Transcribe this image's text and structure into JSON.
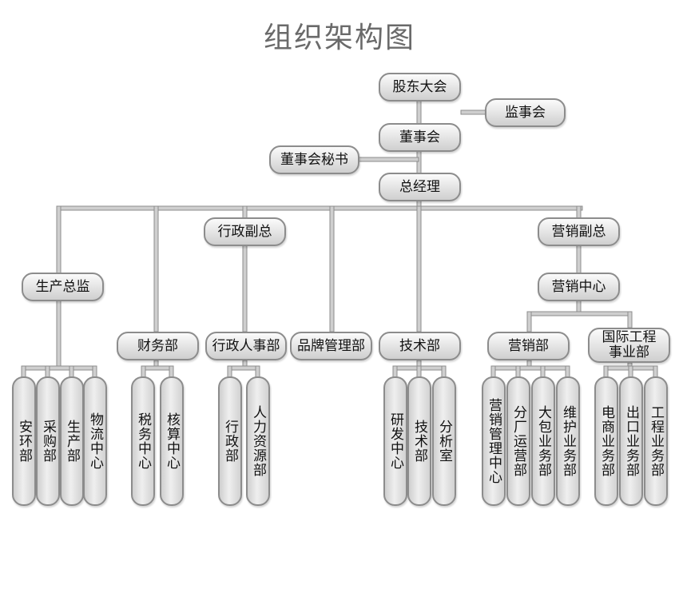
{
  "title": "组织架构图",
  "nodes": {
    "shareholders": "股东大会",
    "supervisory": "监事会",
    "board": "董事会",
    "board_secretary": "董事会秘书",
    "gm": "总经理",
    "admin_vp": "行政副总",
    "marketing_vp": "营销副总",
    "production_director": "生产总监",
    "marketing_center": "营销中心",
    "finance": "财务部",
    "admin_hr": "行政人事部",
    "brand": "品牌管理部",
    "tech": "技术部",
    "marketing_dept": "营销部",
    "intl": "国际工程\n事业部"
  },
  "leaves": {
    "safety": "安环部",
    "purchase": "采购部",
    "production": "生产部",
    "logistics": "物流中心",
    "tax": "税务中心",
    "accounting": "核算中心",
    "admin": "行政部",
    "hr": "人力资源部",
    "rd": "研发中心",
    "techdept": "技术部",
    "analysis": "分析室",
    "mkt_mgmt": "营销管理中心",
    "branch": "分厂运营部",
    "contract": "大包业务部",
    "maintenance": "维护业务部",
    "ecommerce": "电商业务部",
    "export": "出口业务部",
    "engineering": "工程业务部"
  }
}
